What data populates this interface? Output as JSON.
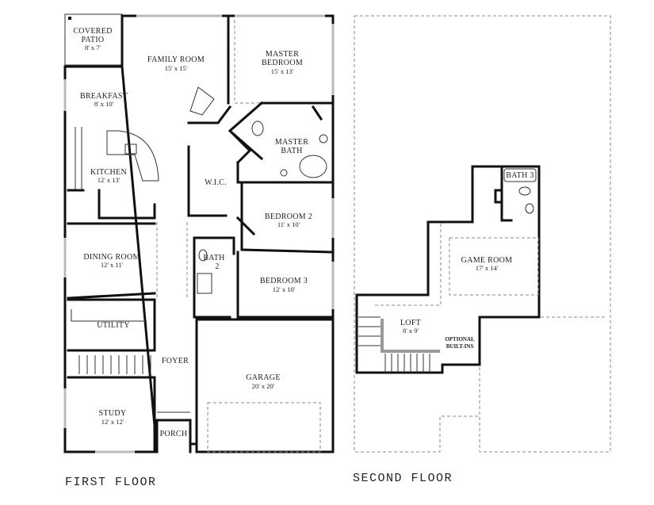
{
  "first_floor": {
    "title": "FIRST FLOOR",
    "rooms": {
      "covered_patio": {
        "name1": "COVERED",
        "name2": "PATIO",
        "size": "8' x 7'"
      },
      "family_room": {
        "name": "FAMILY ROOM",
        "size": "15' x 15'"
      },
      "master_bedroom": {
        "name1": "MASTER",
        "name2": "BEDROOM",
        "size": "15' x 13'"
      },
      "breakfast": {
        "name": "BREAKFAST",
        "size": "8' x 10'"
      },
      "master_bath": {
        "name1": "MASTER",
        "name2": "BATH"
      },
      "kitchen": {
        "name": "KITCHEN",
        "size": "12' x 13'"
      },
      "wic": {
        "name": "W.I.C."
      },
      "bedroom_2": {
        "name": "BEDROOM 2",
        "size": "11' x 10'"
      },
      "dining_room": {
        "name": "DINING ROOM",
        "size": "12' x 11'"
      },
      "bath_2": {
        "name1": "BATH",
        "name2": "2"
      },
      "bedroom_3": {
        "name": "BEDROOM 3",
        "size": "12' x 10'"
      },
      "utility": {
        "name": "UTILITY"
      },
      "foyer": {
        "name": "FOYER"
      },
      "garage": {
        "name": "GARAGE",
        "size": "20' x 20'"
      },
      "study": {
        "name": "STUDY",
        "size": "12' x 12'"
      },
      "porch": {
        "name": "PORCH"
      }
    }
  },
  "second_floor": {
    "title": "SECOND FLOOR",
    "rooms": {
      "bath_3": {
        "name": "BATH 3"
      },
      "game_room": {
        "name": "GAME ROOM",
        "size": "17' x 14'"
      },
      "loft": {
        "name": "LOFT",
        "size": "8' x 9'"
      },
      "optional_builtins": {
        "line1": "OPTIONAL",
        "line2": "BUILT-INS"
      }
    }
  }
}
